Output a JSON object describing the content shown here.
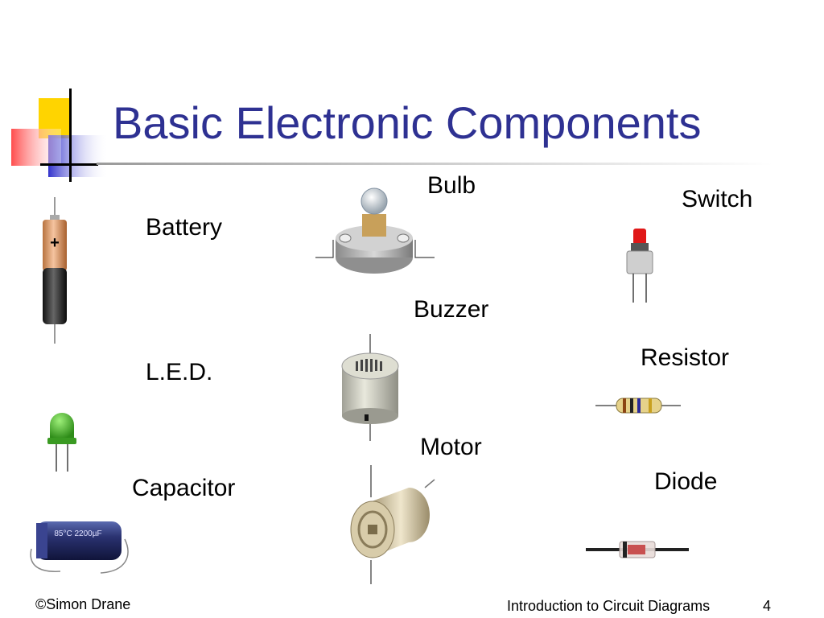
{
  "slide": {
    "title": "Basic Electronic Components",
    "components": [
      {
        "key": "battery",
        "label": "Battery",
        "icon": "battery-icon"
      },
      {
        "key": "bulb",
        "label": "Bulb",
        "icon": "bulb-icon"
      },
      {
        "key": "switch",
        "label": "Switch",
        "icon": "switch-icon"
      },
      {
        "key": "buzzer",
        "label": "Buzzer",
        "icon": "buzzer-icon"
      },
      {
        "key": "resistor",
        "label": "Resistor",
        "icon": "resistor-icon"
      },
      {
        "key": "led",
        "label": "L.E.D.",
        "icon": "led-icon"
      },
      {
        "key": "motor",
        "label": "Motor",
        "icon": "motor-icon"
      },
      {
        "key": "capacitor",
        "label": "Capacitor",
        "icon": "capacitor-icon"
      },
      {
        "key": "diode",
        "label": "Diode",
        "icon": "diode-icon"
      }
    ],
    "battery_plus": "+"
  },
  "footer": {
    "author": "©Simon Drane",
    "course": "Introduction to Circuit Diagrams",
    "page_number": "4"
  },
  "colors": {
    "title": "#2e3192",
    "deco_yellow": "#ffd400",
    "deco_blue": "#3333cc",
    "deco_red": "#ff3333"
  }
}
